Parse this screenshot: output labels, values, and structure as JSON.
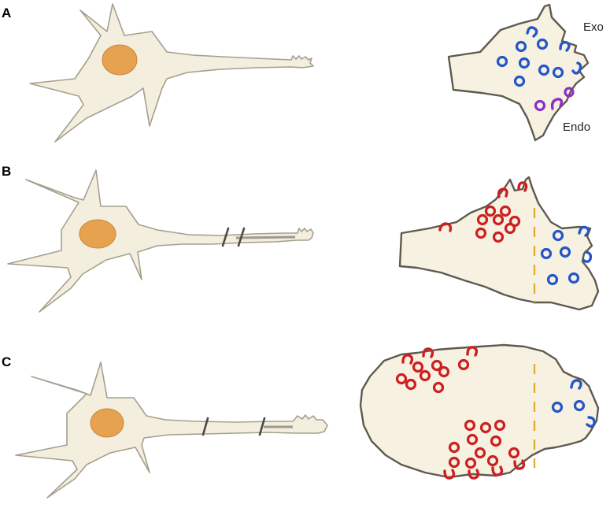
{
  "panels": [
    {
      "label": "A",
      "annotations": {
        "exo": "Exo",
        "endo": "Endo"
      }
    },
    {
      "label": "B"
    },
    {
      "label": "C"
    }
  ],
  "colors": {
    "exocytosis": "#2456c8",
    "endocytosis": "#8b2fc6",
    "red_vesicle": "#cc2020",
    "nucleus": "#e6a24f",
    "cytoplasm": "#f3eedd",
    "divider": "#e3a92b"
  }
}
